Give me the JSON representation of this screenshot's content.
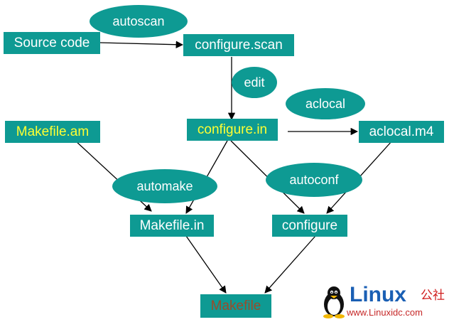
{
  "colors": {
    "node_fill": "#0e9a93",
    "text_default": "#ffffff",
    "text_yellow": "#ffff33",
    "text_brown": "#9b4a2a",
    "arrow": "#000000",
    "logo_blue": "#1a5fb4",
    "logo_red": "#c62828"
  },
  "nodes": {
    "source_code": "Source code",
    "configure_scan": "configure.scan",
    "configure_in": "configure.in",
    "aclocal_m4": "aclocal.m4",
    "makefile_am": "Makefile.am",
    "makefile_in": "Makefile.in",
    "configure": "configure",
    "makefile": "Makefile"
  },
  "tools": {
    "autoscan": "autoscan",
    "edit": "edit",
    "aclocal": "aclocal",
    "automake": "automake",
    "autoconf": "autoconf"
  },
  "watermark": {
    "brand": "Linux",
    "cjk": "公社",
    "url": "www.Linuxidc.com",
    "icon": "tux-penguin-icon"
  }
}
